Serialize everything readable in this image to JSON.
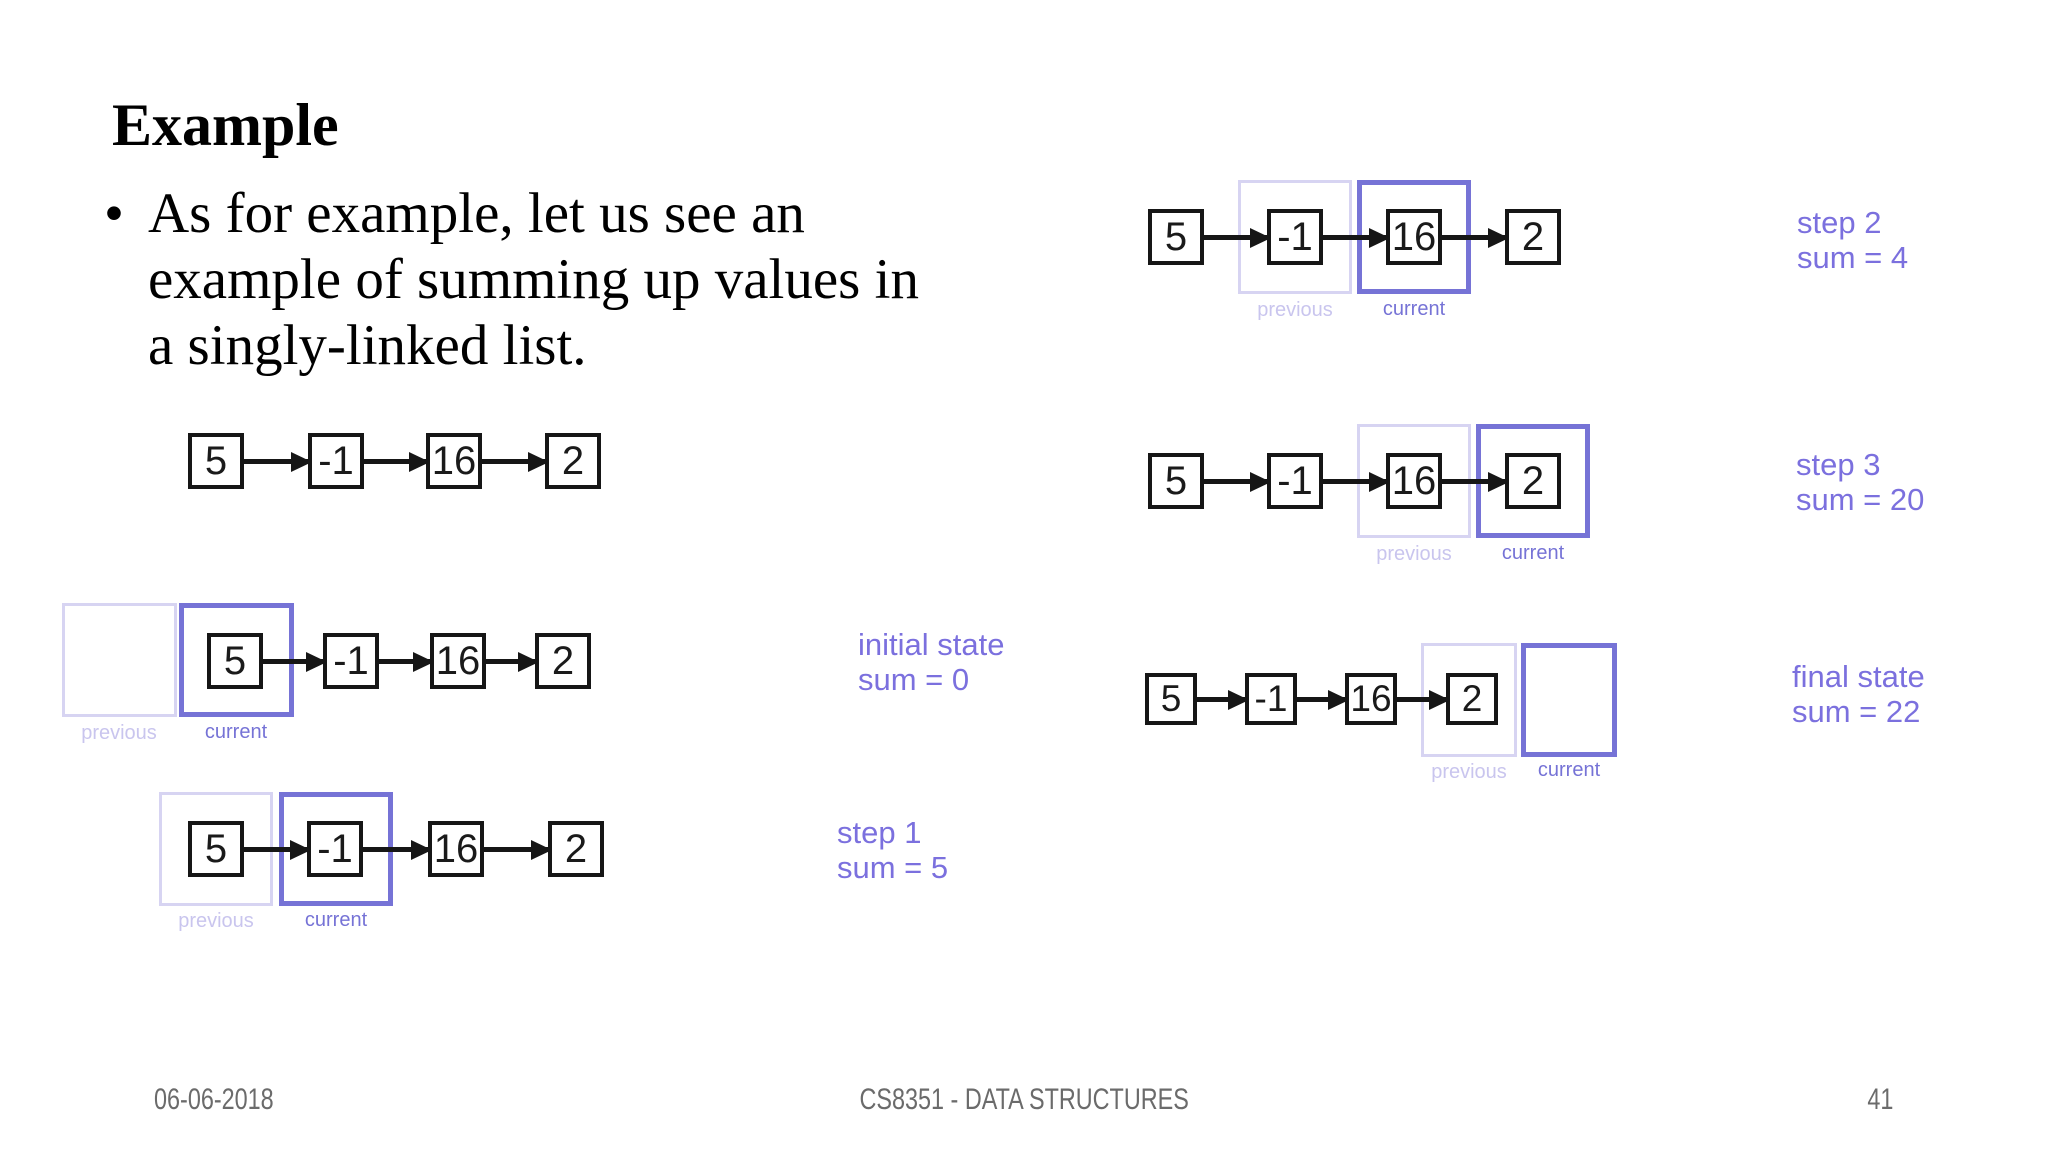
{
  "slide": {
    "title": "Example",
    "bullet_glyph": "•",
    "bullet_text": "As for example, let us see an\nexample of summing up values in\na singly-linked list.",
    "footer": {
      "date": "06-06-2018",
      "course": "CS8351 - DATA STRUCTURES",
      "page": "41"
    }
  },
  "list_values": [
    "5",
    "-1",
    "16",
    "2"
  ],
  "labels": {
    "previous": "previous",
    "current": "current"
  },
  "states": [
    {
      "name": "initial state",
      "sum": "sum = 0"
    },
    {
      "name": "step 1",
      "sum": "sum = 5"
    },
    {
      "name": "step 2",
      "sum": "sum = 4"
    },
    {
      "name": "step 3",
      "sum": "sum = 20"
    },
    {
      "name": "final state",
      "sum": "sum = 22"
    }
  ],
  "colors": {
    "current_accent": "#7673d6",
    "previous_accent": "#d7d4f2",
    "previous_text": "#c9c5ee",
    "annotation_text": "#7b70de",
    "node_border": "#161616",
    "footer_text": "#6b6b6b"
  }
}
